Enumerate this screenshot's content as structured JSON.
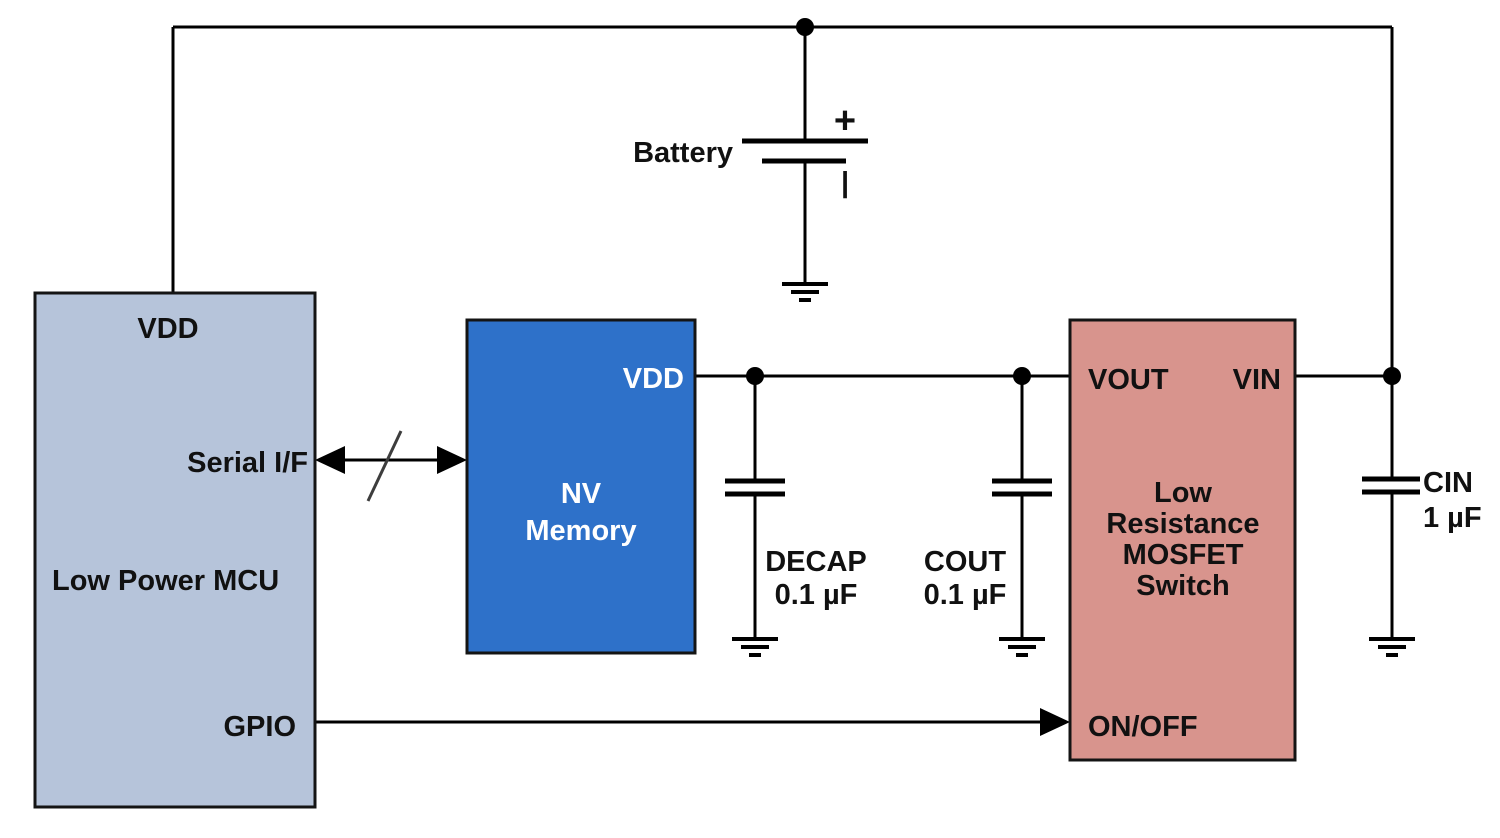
{
  "diagram": {
    "type": "circuit-block-diagram",
    "colors": {
      "mcu_fill": "#b6c4da",
      "nv_fill": "#2e71c9",
      "mosfet_fill": "#d8948d",
      "wire": "#000000",
      "text": "#111111",
      "nv_text": "#ffffff"
    },
    "blocks": {
      "mcu": {
        "title": "Low Power MCU",
        "pins": {
          "vdd": "VDD",
          "serial": "Serial I/F",
          "gpio": "GPIO"
        }
      },
      "nv_memory": {
        "title_line1": "NV",
        "title_line2": "Memory",
        "pins": {
          "vdd": "VDD"
        }
      },
      "mosfet": {
        "title_line1": "Low",
        "title_line2": "Resistance",
        "title_line3": "MOSFET",
        "title_line4": "Switch",
        "pins": {
          "vout": "VOUT",
          "vin": "VIN",
          "onoff": "ON/OFF"
        }
      }
    },
    "battery": {
      "label": "Battery",
      "plus_label": "+",
      "minus_label": "|"
    },
    "capacitors": {
      "decap": {
        "name": "DECAP",
        "value": "0.1 µF"
      },
      "cout": {
        "name": "COUT",
        "value": "0.1 µF"
      },
      "cin": {
        "name": "CIN",
        "value": "1 µF"
      }
    }
  }
}
